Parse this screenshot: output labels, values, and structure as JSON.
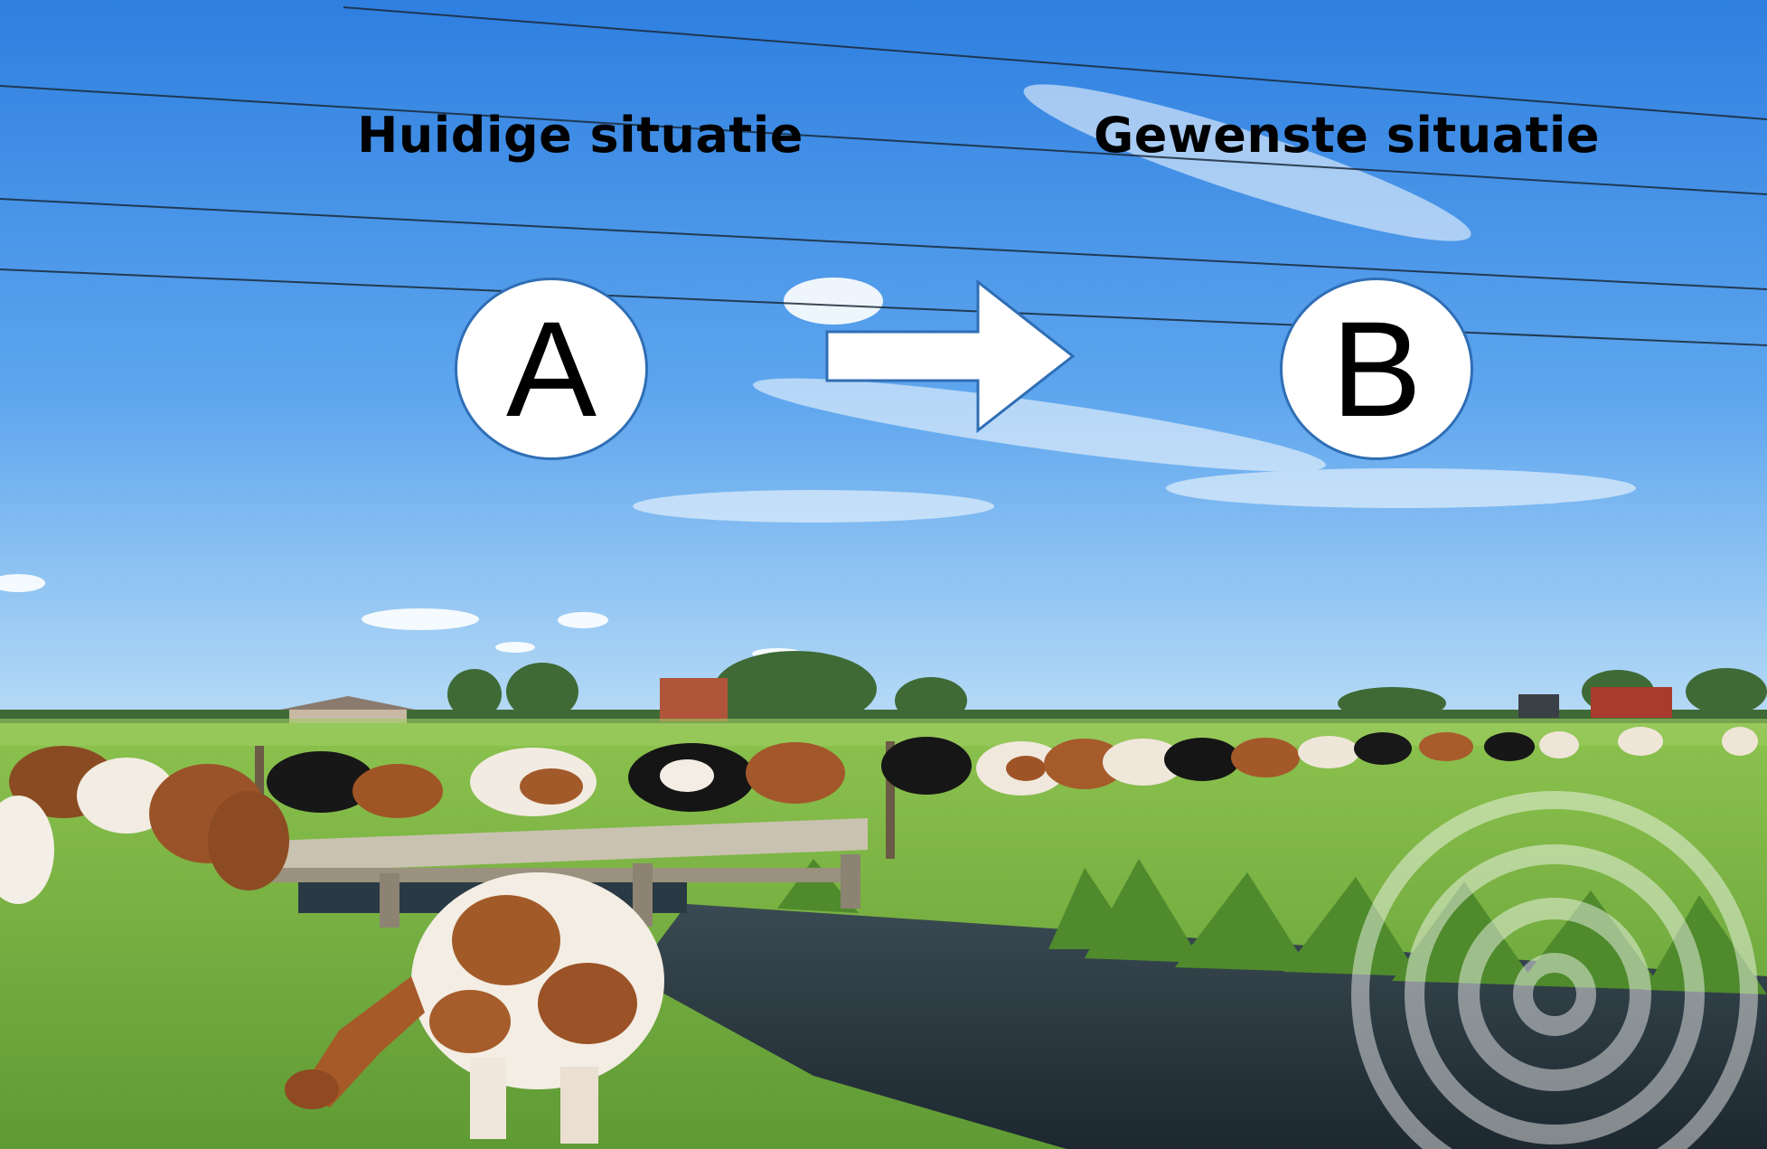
{
  "headings": {
    "current": "Huidige situatie",
    "desired": "Gewenste situatie"
  },
  "states": {
    "current_letter": "A",
    "desired_letter": "B"
  },
  "icons": {
    "transition": "right-arrow-icon",
    "watermark": "concentric-circles-watermark-icon"
  },
  "colors": {
    "circle_border": "#2f6eb5",
    "arrow_border": "#2f6eb5",
    "arrow_fill": "#ffffff",
    "sky_top": "#2e7fe0",
    "sky_bottom": "#b7dbf6",
    "grass": "#6fae3f",
    "water": "#27343f"
  }
}
